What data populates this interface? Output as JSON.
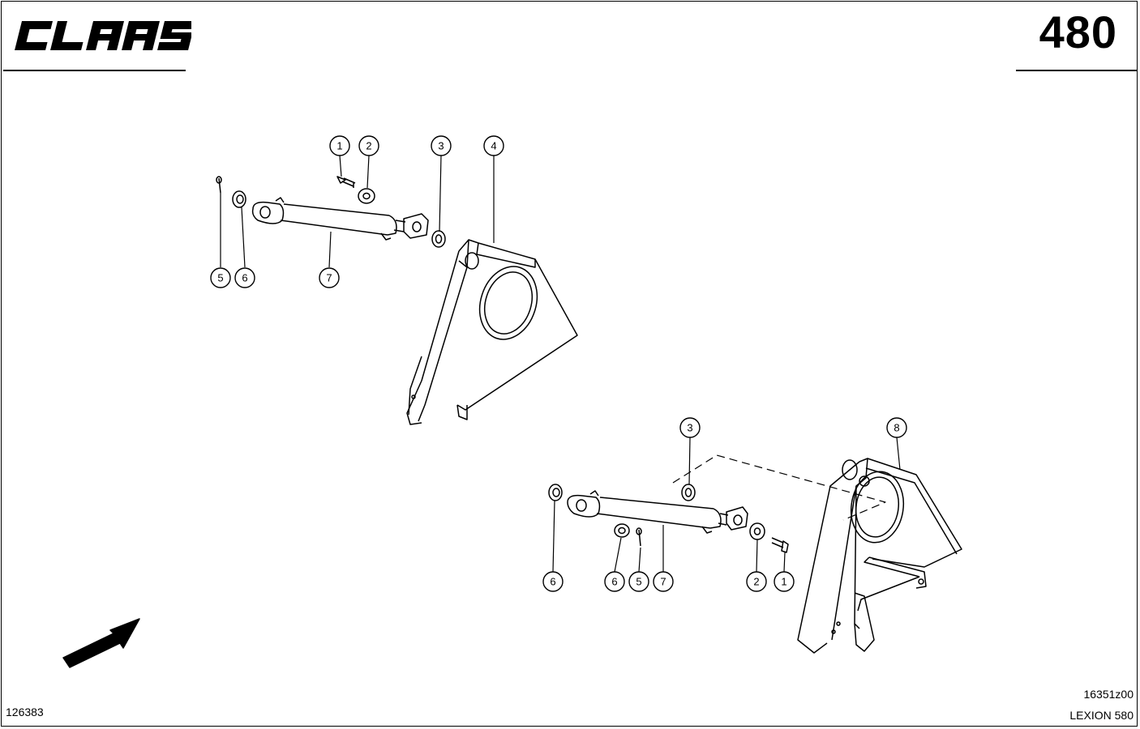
{
  "header": {
    "brand": "CLAAS",
    "page_number": "480"
  },
  "footer": {
    "left_code": "126383",
    "drawing_code": "16351z00",
    "model": "LEXION 580"
  },
  "callouts_top": [
    "1",
    "2",
    "3",
    "4",
    "5",
    "6",
    "7"
  ],
  "callouts_bottom": [
    "3",
    "8",
    "6",
    "6",
    "5",
    "7",
    "2",
    "1"
  ]
}
